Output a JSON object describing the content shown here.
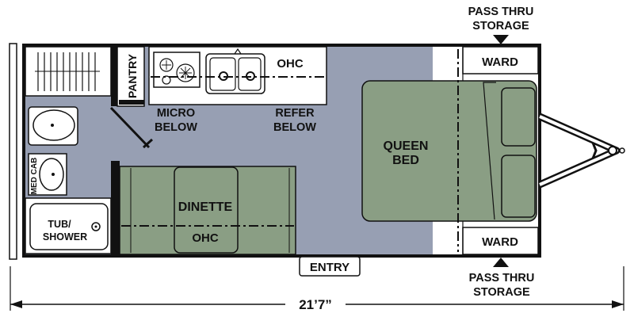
{
  "labels": {
    "pantry": "PANTRY",
    "ohc_kitchen": "OHC",
    "micro_line1": "MICRO",
    "micro_line2": "BELOW",
    "refer_line1": "REFER",
    "refer_line2": "BELOW",
    "queen_line1": "QUEEN",
    "queen_line2": "BED",
    "ward_top": "WARD",
    "ward_bottom": "WARD",
    "pass_top_line1": "PASS THRU",
    "pass_top_line2": "STORAGE",
    "pass_bottom_line1": "PASS THRU",
    "pass_bottom_line2": "STORAGE",
    "dinette": "DINETTE",
    "ohc_dinette": "OHC",
    "med_cab": "MED CAB",
    "tub_line1": "TUB/",
    "tub_line2": "SHOWER",
    "entry": "ENTRY",
    "length": "21’7”"
  },
  "colors": {
    "floor": "#979fb3",
    "furniture": "#8a9e84",
    "wall": "#111111",
    "fixture": "#ffffff"
  }
}
